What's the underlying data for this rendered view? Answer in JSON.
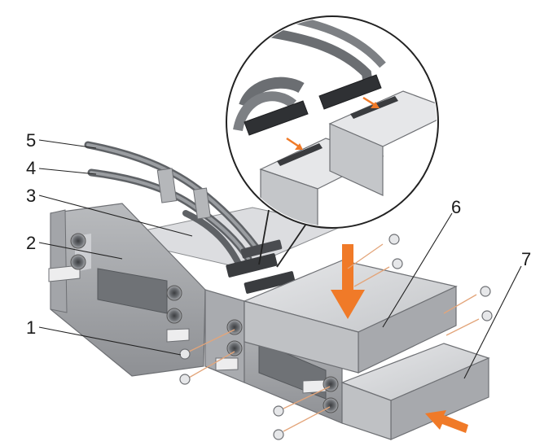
{
  "figure": {
    "callouts": [
      {
        "num": "1",
        "part": "screw"
      },
      {
        "num": "2",
        "part": "drive-cage"
      },
      {
        "num": "3",
        "part": "cable-1"
      },
      {
        "num": "4",
        "part": "cable-2"
      },
      {
        "num": "5",
        "part": "cable-3"
      },
      {
        "num": "6",
        "part": "hard-drive-upper"
      },
      {
        "num": "7",
        "part": "hard-drive-lower"
      }
    ],
    "colors": {
      "arrow": "#f07a28",
      "metal": "#c8c9cb",
      "metal_dark": "#8a8c8f",
      "cable": "#6b6e72",
      "screw_line": "#e3a57a"
    }
  }
}
